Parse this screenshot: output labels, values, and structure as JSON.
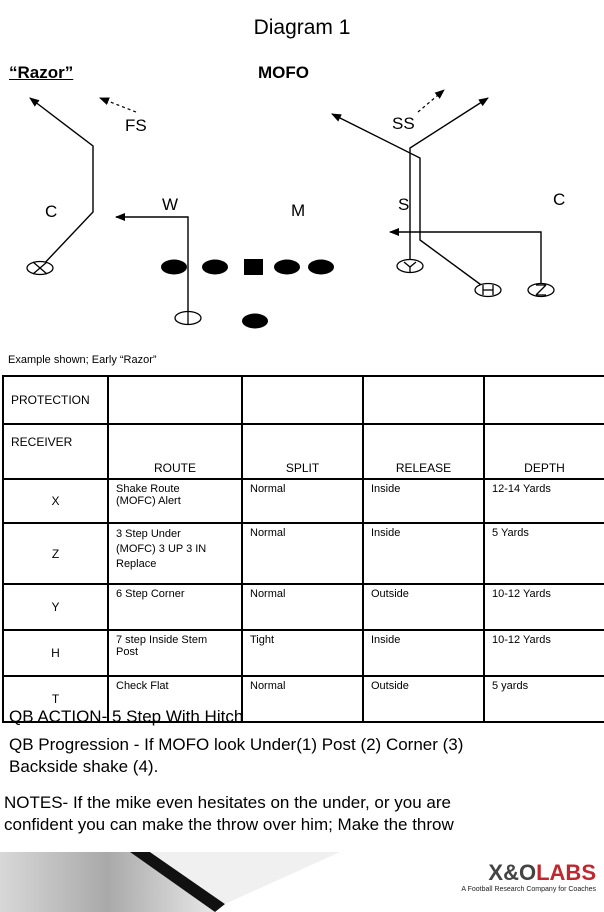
{
  "title": "Diagram 1",
  "play_name": "“Razor”",
  "coverage": "MOFO",
  "defense_labels": [
    "FS",
    "SS",
    "C",
    "W",
    "M",
    "S",
    "C"
  ],
  "example_note": "Example shown;  Early “Razor”",
  "table": {
    "protection_label": "PROTECTION",
    "receiver_label": "RECEIVER",
    "headers": [
      "ROUTE",
      "SPLIT",
      "RELEASE",
      "DEPTH"
    ],
    "rows": [
      {
        "receiver": "X",
        "route_lines": [
          "Shake Route",
          "(MOFC) Alert"
        ],
        "split": "Normal",
        "release": "Inside",
        "depth": "12-14 Yards"
      },
      {
        "receiver": "Z",
        "route_lines": [
          "3 Step Under",
          "(MOFC) 3 UP 3 IN",
          "Replace"
        ],
        "split": "Normal",
        "release": "Inside",
        "depth": "5 Yards"
      },
      {
        "receiver": "Y",
        "route_lines": [
          "6 Step Corner"
        ],
        "split": "Normal",
        "release": "Outside",
        "depth": "10-12 Yards"
      },
      {
        "receiver": "H",
        "route_lines": [
          "7 step Inside Stem",
          "Post"
        ],
        "split": "Tight",
        "release": "Inside",
        "depth": "10-12 Yards"
      },
      {
        "receiver": "T",
        "route_lines": [
          "Check Flat"
        ],
        "split": "Normal",
        "release": "Outside",
        "depth": "5 yards"
      }
    ]
  },
  "qb_action": "QB ACTION-  5 Step With Hitch",
  "qb_progression_lines": [
    "QB Progression - If MOFO  look Under(1) Post (2) Corner (3)",
    "Backside shake (4)."
  ],
  "notes_lines": [
    "NOTES- If the mike even hesitates on the under, or you are",
    "confident you can make the throw over him; Make the throw"
  ],
  "logo": {
    "brand_left": "X&O",
    "brand_right": "LABS",
    "tagline": "A Football Research Company for Coaches",
    "accent": "#c0282d"
  }
}
